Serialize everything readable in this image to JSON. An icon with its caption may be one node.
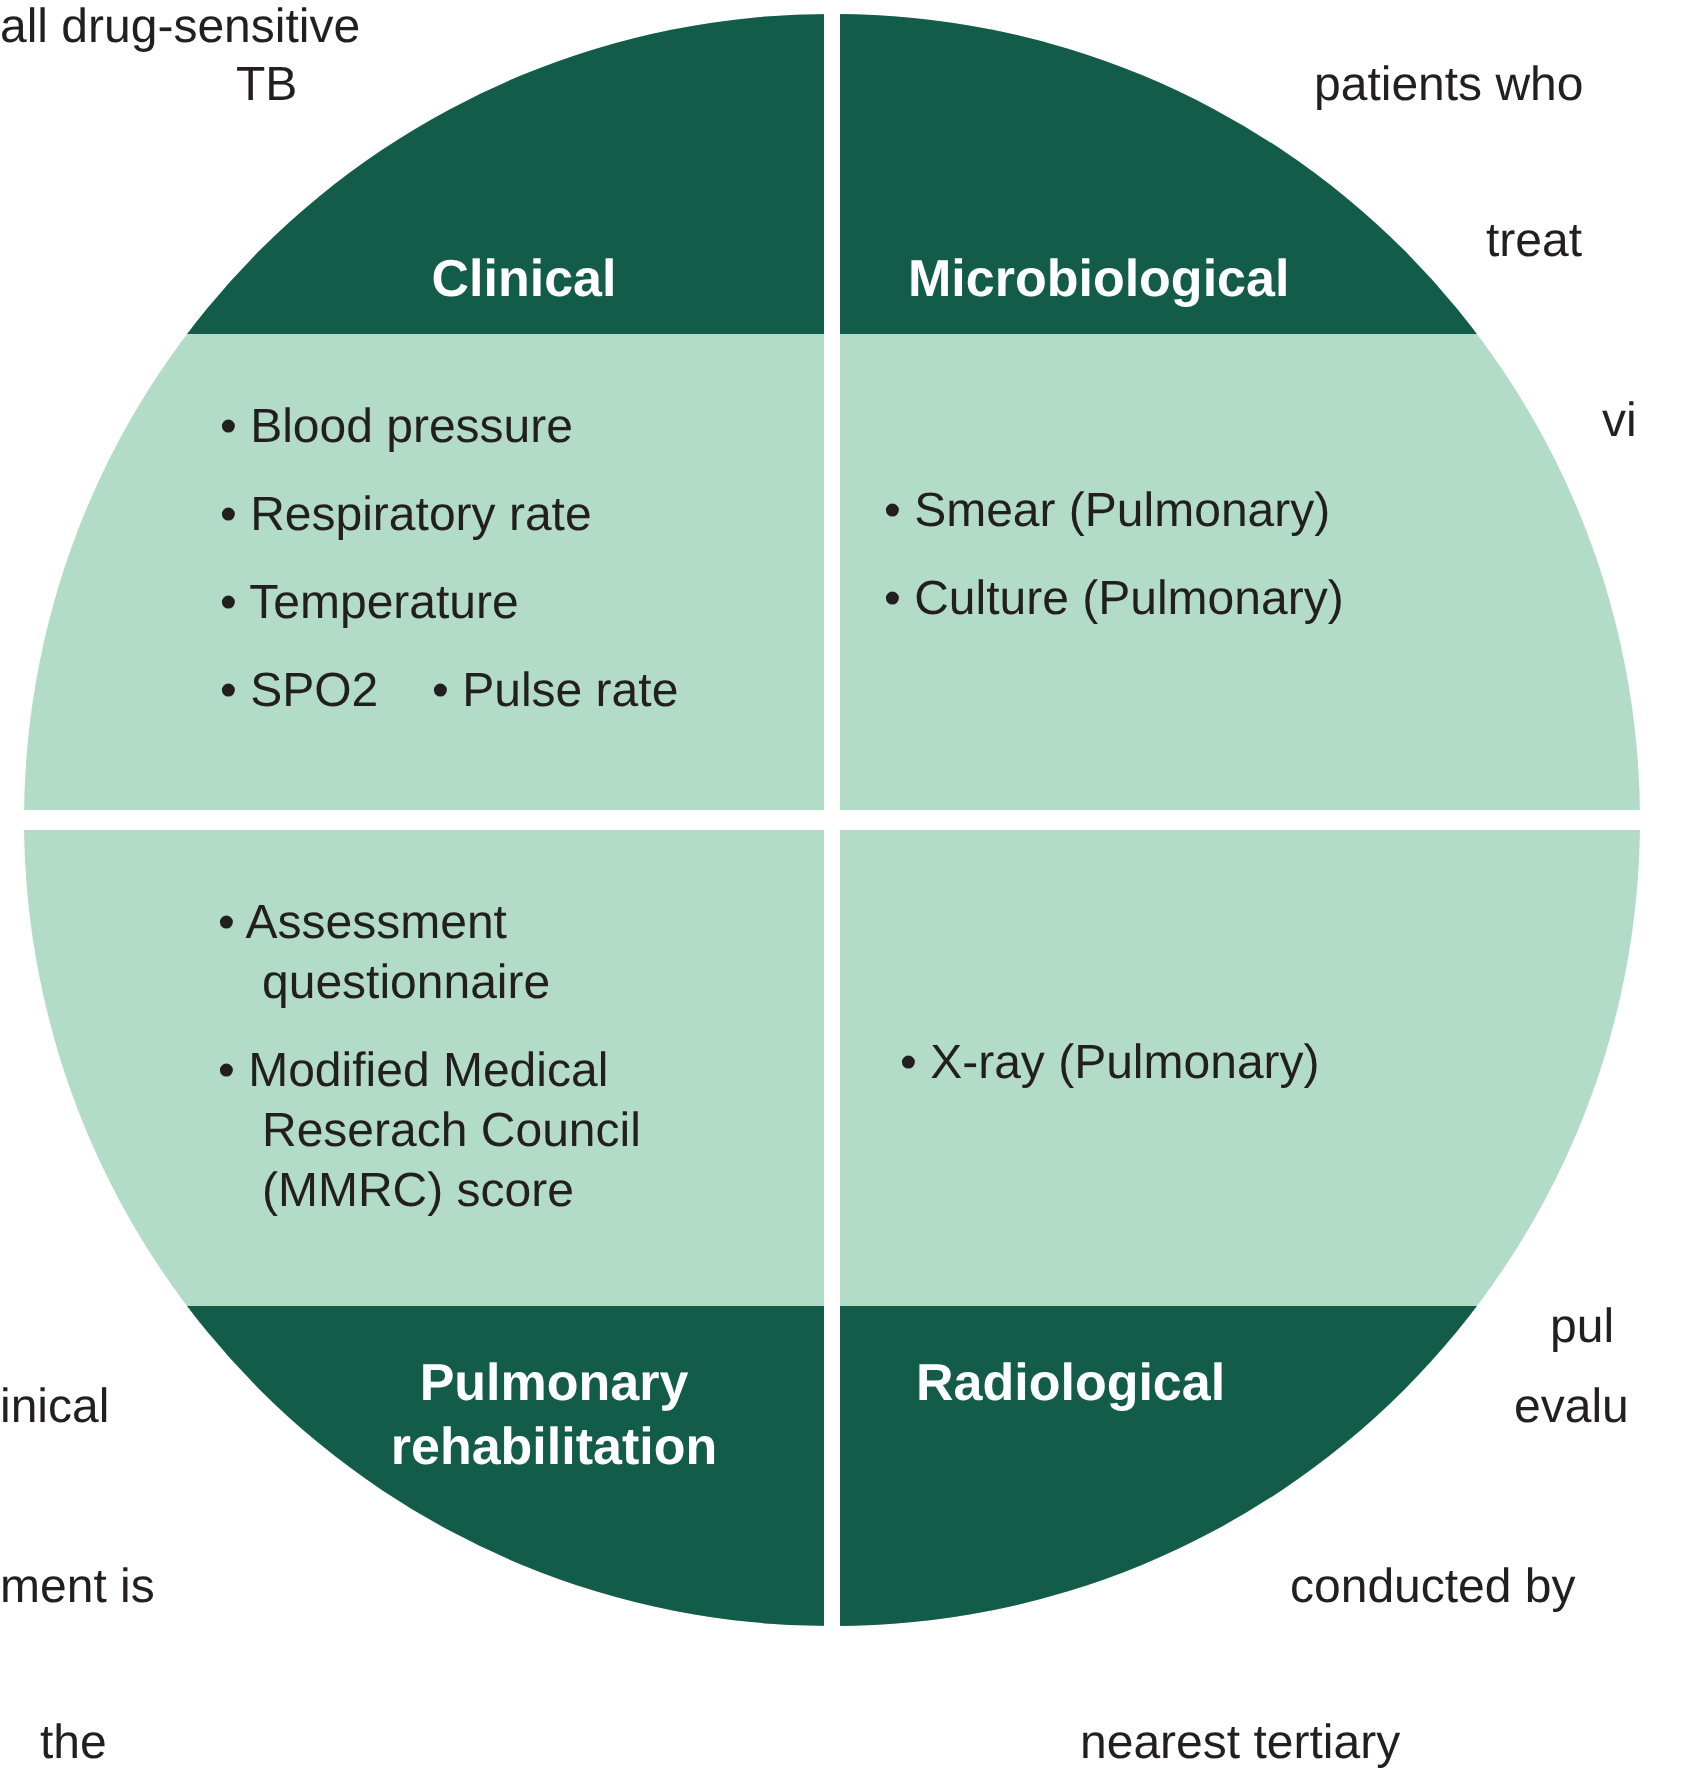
{
  "diagram": {
    "nodes": [
      {
        "text": [
          "Clinical",
          "• Blood pressure",
          "• Respiratory rate",
          "• Temperature",
          "• SPO2",
          "• Pulse rate"
        ]
      },
      {
        "text": [
          "Microbiological",
          "• Smear (Pulmonary)",
          "• Culture (Pulmonary)"
        ]
      },
      {
        "text": [
          "• Assessment questionnaire",
          "• Modified Medical Reserach Council (MMRC) score",
          "Pulmonary rehabilitation"
        ]
      },
      {
        "text": [
          "• X-ray (Pulmonary)",
          "Radiological"
        ]
      }
    ],
    "labels": [
      "all drug-sensitive",
      "TB",
      "patients who",
      "treat",
      "vi",
      "pul",
      "evalu",
      "inical",
      "ment is",
      "conducted by",
      "the",
      "nearest tertiary"
    ]
  }
}
